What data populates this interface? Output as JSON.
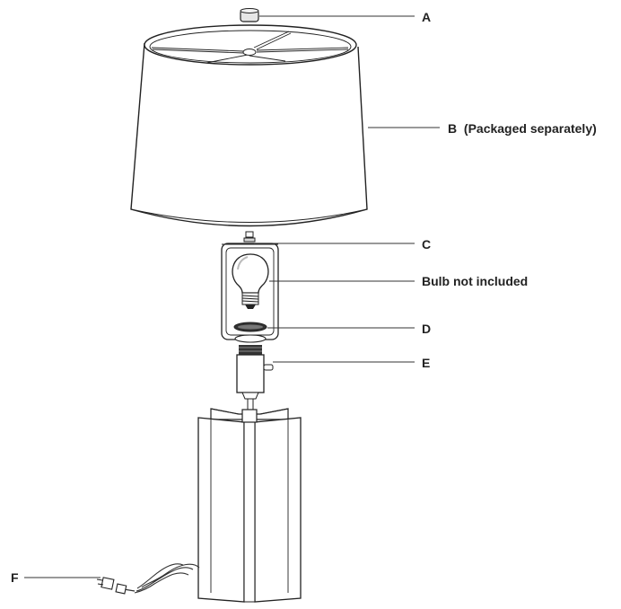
{
  "callouts": {
    "a": "A",
    "b": "B",
    "b_note": "(Packaged separately)",
    "c": "C",
    "bulb": "Bulb not included",
    "d": "D",
    "e": "E",
    "f": "F"
  },
  "parts": {
    "a": "finial",
    "b": "lamp-shade",
    "c": "harp",
    "d": "harp-saddle-ring",
    "e": "socket-switch",
    "f": "power-cord-plug"
  }
}
